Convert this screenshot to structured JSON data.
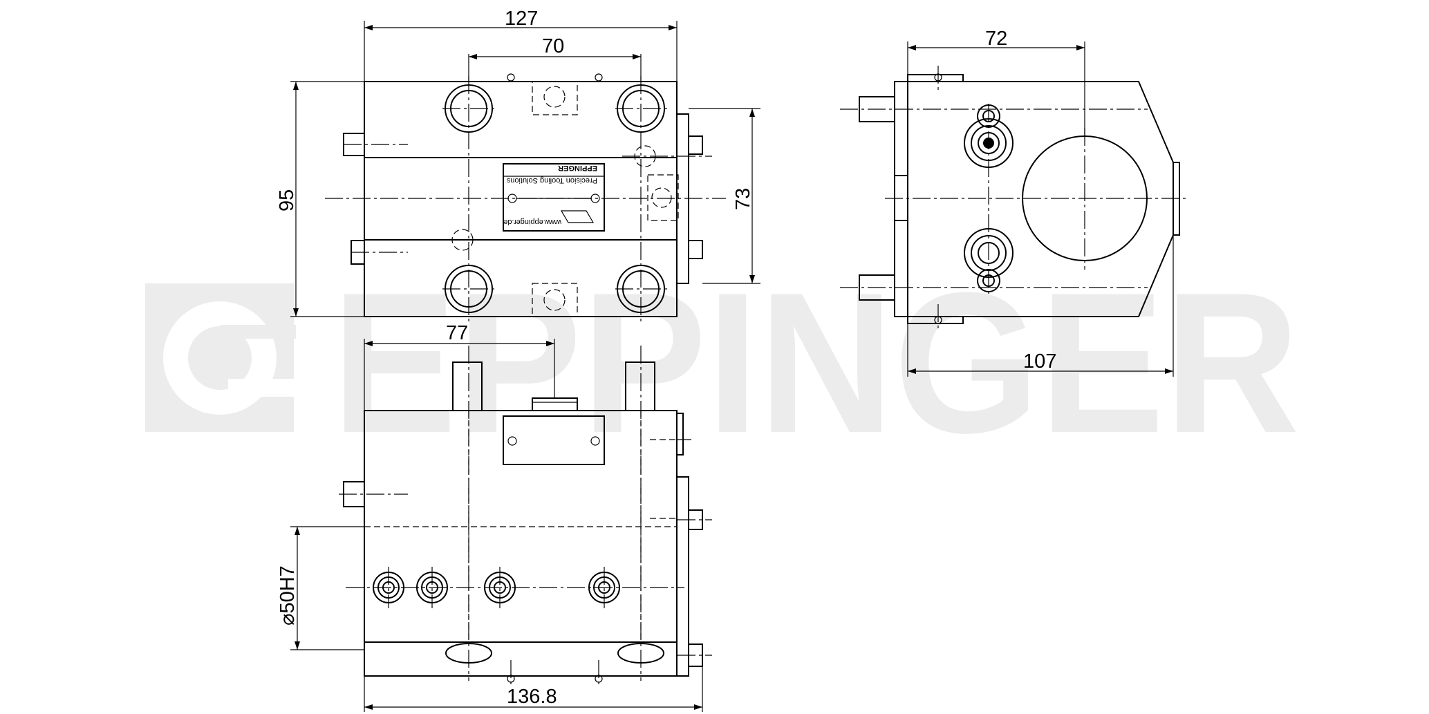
{
  "watermark": {
    "logo_name": "eppinger-logo-icon",
    "text": "EPPINGER",
    "color": "#ececec"
  },
  "nameplate": {
    "brand": "EPPINGER",
    "url": "www.eppinger.de",
    "tagline": "Precision Tooling Solutions"
  },
  "dimensions": {
    "top_width": "127",
    "top_bore_spacing": "70",
    "top_height": "95",
    "top_pin_span": "73",
    "side_width": "72",
    "side_total_width": "107",
    "front_offset": "77",
    "front_bore": "⌀50H7",
    "front_total_width": "136.8"
  }
}
